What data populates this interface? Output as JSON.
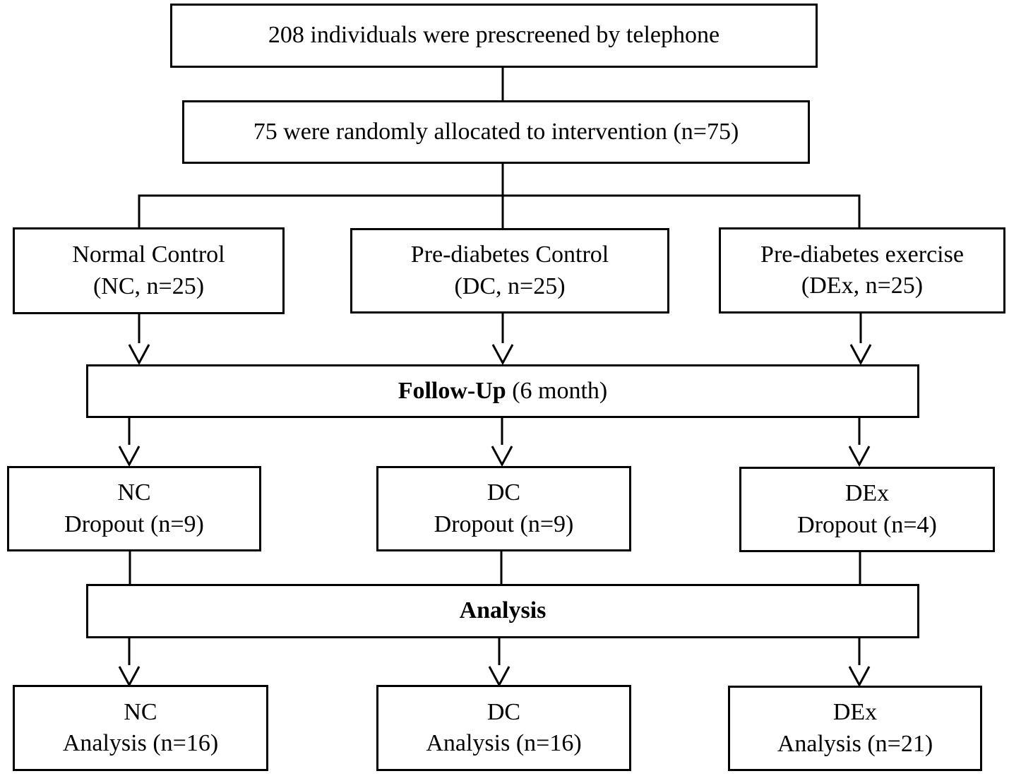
{
  "screening": {
    "text": "208 individuals were prescreened by telephone"
  },
  "randomization": {
    "text": "75 were randomly allocated to intervention (n=75)"
  },
  "groups": [
    {
      "line1": "Normal Control",
      "line2": "(NC, n=25)"
    },
    {
      "line1": "Pre-diabetes Control",
      "line2": "(DC, n=25)"
    },
    {
      "line1": "Pre-diabetes exercise",
      "line2": "(DEx, n=25)"
    }
  ],
  "follow_up": {
    "bold": "Follow-Up",
    "rest": " (6 month)"
  },
  "dropouts": [
    {
      "line1": "NC",
      "line2": "Dropout (n=9)"
    },
    {
      "line1": "DC",
      "line2": "Dropout (n=9)"
    },
    {
      "line1": "DEx",
      "line2": "Dropout (n=4)"
    }
  ],
  "analysis": {
    "label": "Analysis"
  },
  "final": [
    {
      "line1": "NC",
      "line2": "Analysis (n=16)"
    },
    {
      "line1": "DC",
      "line2": "Analysis (n=16)"
    },
    {
      "line1": "DEx",
      "line2": "Analysis (n=21)"
    }
  ],
  "colors": {
    "stroke": "#000000",
    "background": "#ffffff"
  }
}
